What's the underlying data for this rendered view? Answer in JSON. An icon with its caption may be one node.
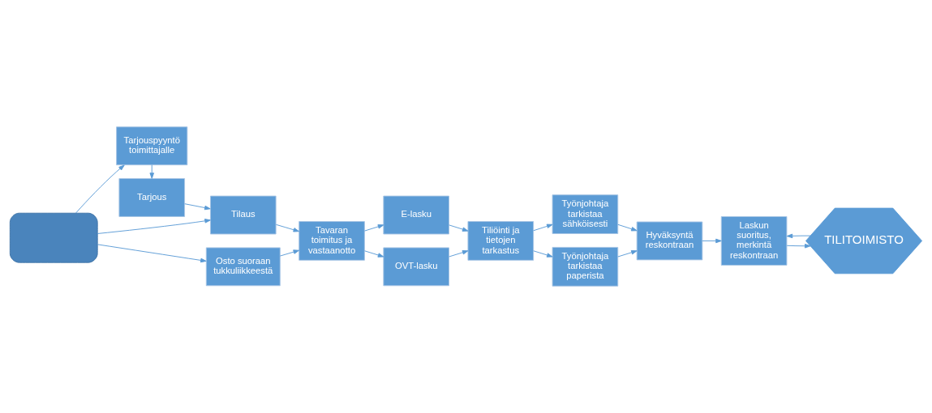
{
  "diagram": {
    "nodes": [
      {
        "text": [],
        "shape": "box"
      },
      {
        "text": [
          "Tarjouspyyntö toimittajalle"
        ]
      },
      {
        "text": [
          "Tarjous"
        ]
      },
      {
        "text": [
          "Tilaus"
        ]
      },
      {
        "text": [
          "Osto suoraan tukkuliikkeestä"
        ]
      },
      {
        "text": [
          "Tavaran toimitus ja vastaanotto"
        ]
      },
      {
        "text": [
          "E-lasku"
        ]
      },
      {
        "text": [
          "OVT-lasku"
        ]
      },
      {
        "text": [
          "Tiliöinti ja tietojen tarkastus"
        ]
      },
      {
        "text": [
          "Työnjohtaja tarkistaa sähköisesti"
        ]
      },
      {
        "text": [
          "Työnjohtaja tarkistaa paperista"
        ]
      },
      {
        "text": [
          "Hyväksyntä reskontraan"
        ]
      },
      {
        "text": [
          "Laskun suoritus, merkintä reskontraan"
        ]
      },
      {
        "text": [
          "TILITOIMISTO"
        ]
      }
    ],
    "edges": [
      {
        "from": 0,
        "to": 1,
        "arrow": "to"
      },
      {
        "from": 1,
        "to": 2,
        "arrow": "to"
      },
      {
        "from": 2,
        "to": 3,
        "arrow": "to"
      },
      {
        "from": 0,
        "to": 3,
        "arrow": "to"
      },
      {
        "from": 0,
        "to": 4,
        "arrow": "to"
      },
      {
        "from": 3,
        "to": 5,
        "arrow": "to"
      },
      {
        "from": 4,
        "to": 5,
        "arrow": "to"
      },
      {
        "from": 5,
        "to": 6,
        "arrow": "to"
      },
      {
        "from": 5,
        "to": 7,
        "arrow": "to"
      },
      {
        "from": 6,
        "to": 8,
        "arrow": "to"
      },
      {
        "from": 7,
        "to": 8,
        "arrow": "to"
      },
      {
        "from": 8,
        "to": 9,
        "arrow": "to"
      },
      {
        "from": 8,
        "to": 10,
        "arrow": "to"
      },
      {
        "from": 9,
        "to": 11,
        "arrow": "to"
      },
      {
        "from": 10,
        "to": 11,
        "arrow": "to"
      },
      {
        "from": 11,
        "to": 12,
        "arrow": "to"
      },
      {
        "from": 12,
        "to": 13,
        "arrow": "to"
      },
      {
        "from": 13,
        "to": 12,
        "arrow": "to"
      }
    ]
  }
}
